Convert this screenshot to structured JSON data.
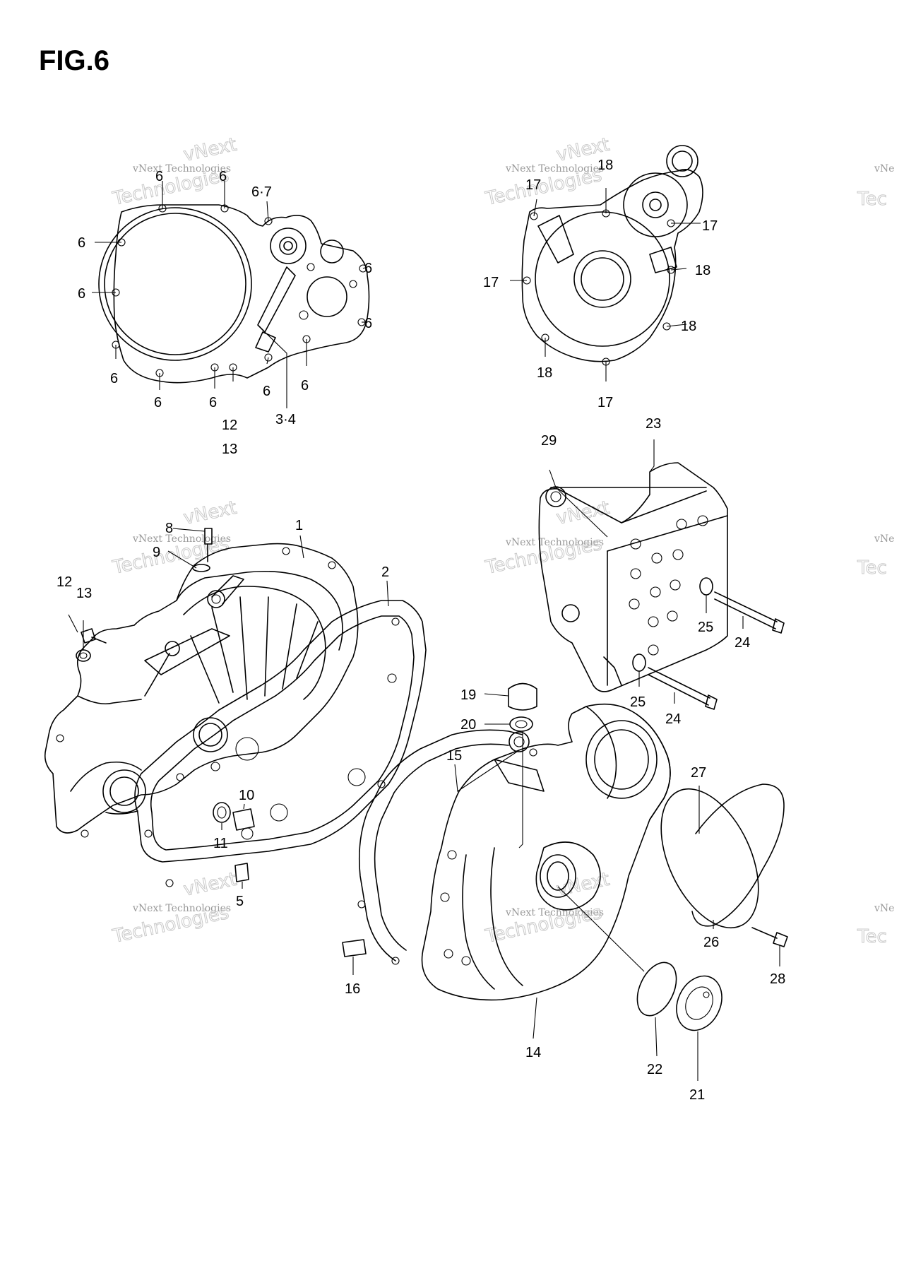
{
  "figure": {
    "title": "FIG.6"
  },
  "watermark": {
    "line_small": "vNext Technologies",
    "line_big_a": "vNext",
    "line_big_b": "Technologies",
    "partial": "vNe",
    "partial_big": "Tec"
  },
  "callouts": [
    "6",
    "6",
    "6·7",
    "6",
    "6",
    "6",
    "6",
    "6",
    "6",
    "6",
    "6",
    "6",
    "12",
    "13",
    "3·4",
    "17",
    "18",
    "17",
    "18",
    "17",
    "18",
    "18",
    "17",
    "29",
    "23",
    "25",
    "24",
    "19",
    "20",
    "25",
    "24",
    "15",
    "27",
    "8",
    "9",
    "1",
    "2",
    "12",
    "13",
    "10",
    "11",
    "5",
    "26",
    "28",
    "16",
    "14",
    "22",
    "21"
  ],
  "colors": {
    "line": "#000000",
    "watermark": "#c8c8c8",
    "background": "#ffffff"
  }
}
